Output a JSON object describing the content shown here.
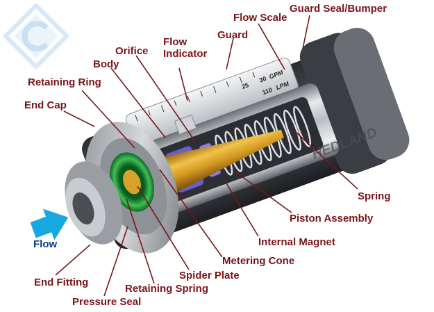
{
  "labels": {
    "guard_seal_bumper": "Guard Seal/Bumper",
    "flow_scale": "Flow Scale",
    "guard": "Guard",
    "flow_indicator_line1": "Flow",
    "flow_indicator_line2": "Indicator",
    "orifice": "Orifice",
    "body": "Body",
    "retaining_ring": "Retaining Ring",
    "end_cap": "End Cap",
    "spring": "Spring",
    "piston_assembly": "Piston Assembly",
    "internal_magnet": "Internal Magnet",
    "metering_cone": "Metering Cone",
    "spider_plate": "Spider Plate",
    "retaining_spring": "Retaining Spring",
    "pressure_seal": "Pressure Seal",
    "end_fitting": "End Fitting",
    "flow": "Flow"
  },
  "scale": {
    "gpm_unit": "GPM",
    "lpm_unit": "LPM",
    "gpm_value": "30",
    "gpm_value2": "25",
    "lpm_value": "110"
  },
  "colors": {
    "label": "#7a1418",
    "flow_arrow": "#18a8e0",
    "logo": "#9ec6ea"
  },
  "icons": {
    "logo": "c-logo-icon",
    "flow_arrow": "arrow-right-icon"
  }
}
